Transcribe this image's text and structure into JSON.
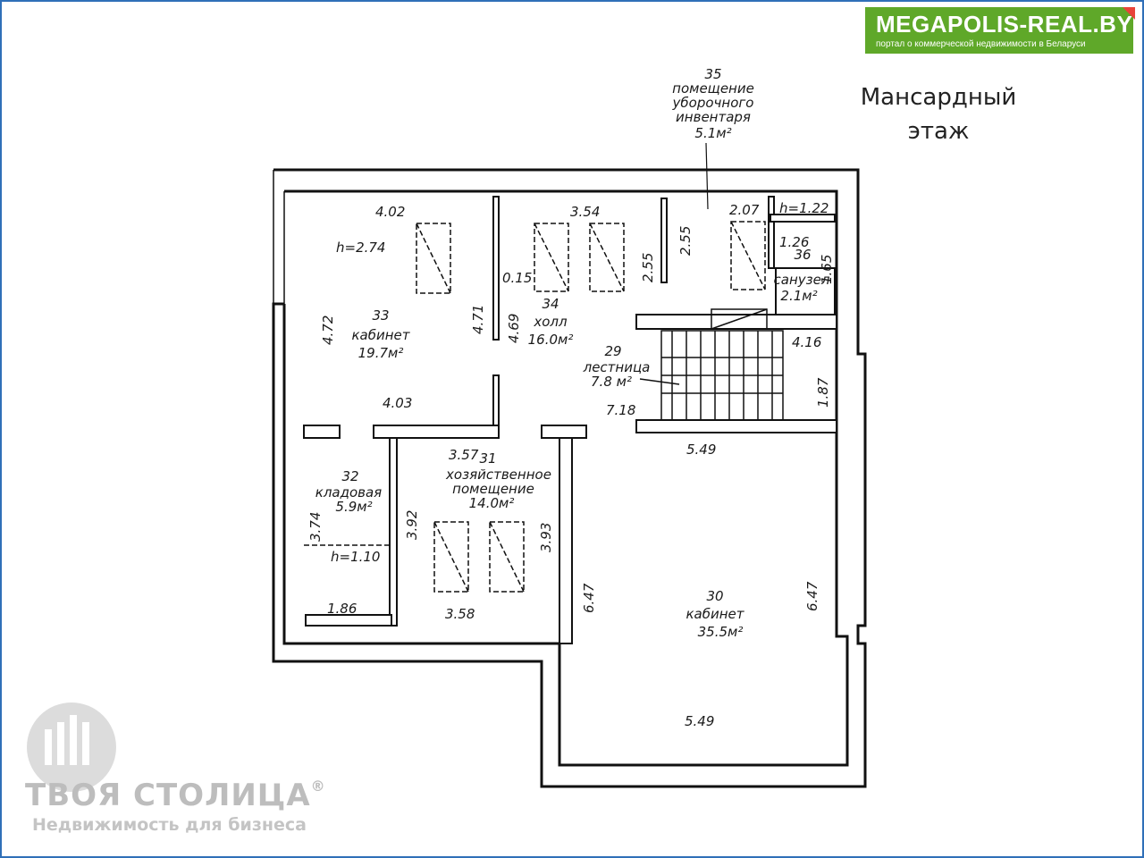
{
  "floor_title": "Мансардный этаж",
  "brand": {
    "name": "MEGAPOLIS-REAL.BY",
    "tagline": "портал о коммерческой недвижимости в Беларуси",
    "color": "#5fa829"
  },
  "watermark": {
    "name": "ТВОЯ СТОЛИЦА",
    "reg": "®",
    "subtitle": "Недвижимость для бизнеса"
  },
  "rooms": {
    "r29": {
      "num": "29",
      "name": "лестница",
      "area": "7.8 м²"
    },
    "r30": {
      "num": "30",
      "name": "кабинет",
      "area": "35.5м²"
    },
    "r31": {
      "num": "31",
      "name1": "хозяйственное",
      "name2": "помещение",
      "area": "14.0м²"
    },
    "r32": {
      "num": "32",
      "name": "кладовая",
      "area": "5.9м²"
    },
    "r33": {
      "num": "33",
      "name": "кабинет",
      "area": "19.7м²"
    },
    "r34": {
      "num": "34",
      "name": "холл",
      "area": "16.0м²"
    },
    "r35": {
      "num": "35",
      "name1": "помещение",
      "name2": "уборочного",
      "name3": "инвентаря",
      "area": "5.1м²"
    },
    "r36": {
      "num": "36",
      "name": "санузел",
      "area": "2.1м²"
    }
  },
  "dimensions": {
    "d402": "4.02",
    "d274": "h=2.74",
    "d354": "3.54",
    "d207": "2.07",
    "d122": "h=1.22",
    "d126": "1.26",
    "d165": "1.65",
    "d015": "0.15",
    "d255a": "2.55",
    "d255b": "2.55",
    "d472": "4.72",
    "d471": "4.71",
    "d469": "4.69",
    "d416": "4.16",
    "d187": "1.87",
    "d403": "4.03",
    "d718": "7.18",
    "d549a": "5.49",
    "d357": "3.57",
    "d374": "3.74",
    "d392": "3.92",
    "d393": "3.93",
    "d110": "h=1.10",
    "d186": "1.86",
    "d358": "3.58",
    "d647a": "6.47",
    "d647b": "6.47",
    "d549b": "5.49"
  }
}
